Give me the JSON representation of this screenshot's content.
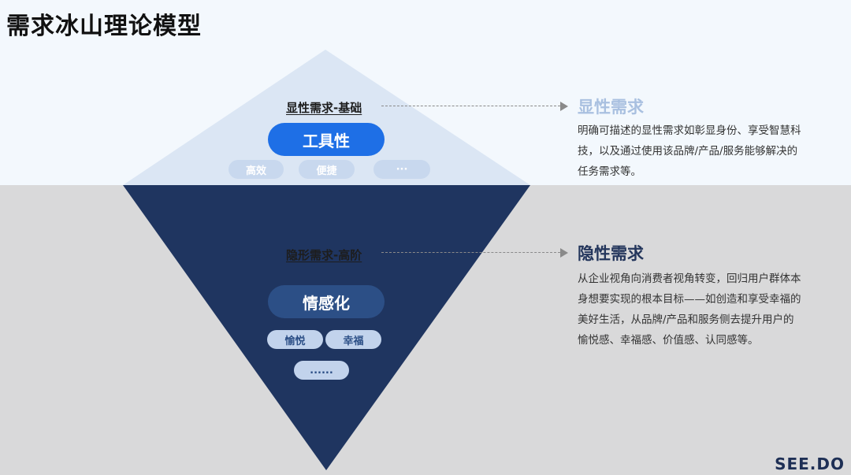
{
  "title": "需求冰山理论模型",
  "explicit": {
    "label": "显性需求-基础",
    "core": "工具性",
    "tags": [
      "高效",
      "便捷",
      "···"
    ],
    "side_title": "显性需求",
    "side_text": "明确可描述的显性需求如彰显身份、享受智慧科技，以及通过使用该品牌/产品/服务能够解决的任务需求等。"
  },
  "implicit": {
    "label": "隐形需求-高阶",
    "core": "情感化",
    "tags": [
      "愉悦",
      "幸福",
      "......"
    ],
    "side_title": "隐性需求",
    "side_text": "从企业视角向消费者视角转变，回归用户群体本身想要实现的根本目标——如创造和享受幸福的美好生活，从品牌/产品和服务侧去提升用户的愉悦感、幸福感、价值感、认同感等。"
  },
  "logo": "SEE.DO",
  "colors": {
    "sky": "#f3f8fd",
    "sea": "#d9d9da",
    "tip": "#dbe6f4",
    "iceberg": "#1f3560",
    "pill_blue": "#1e6fe6",
    "pill_navy": "#2c4f86",
    "side_title_light": "#a9c0e0",
    "side_title_dark": "#24365c"
  }
}
